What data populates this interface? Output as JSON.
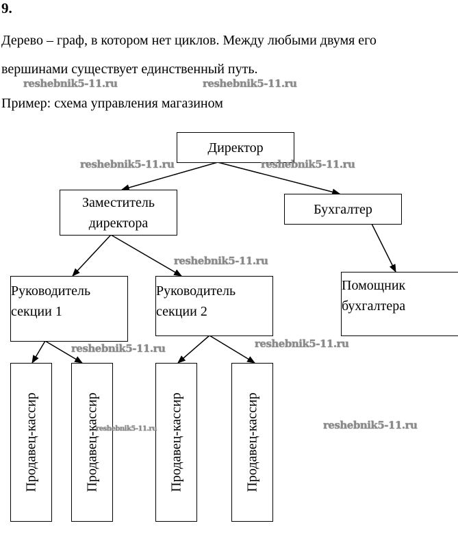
{
  "task_number": "9.",
  "definition_line1": "Дерево – граф, в котором нет циклов. Между любыми двумя его",
  "definition_line2": "вершинами существует единственный путь.",
  "example_caption": "Пример: схема управления магазином",
  "watermark": "reshebnik5-11.ru",
  "tree": {
    "director": "Директор",
    "deputy_line1": "Заместитель",
    "deputy_line2": "директора",
    "accountant": "Бухгалтер",
    "section_head_1_line1": "Руководитель",
    "section_head_1_line2": "секции 1",
    "section_head_2_line1": "Руководитель",
    "section_head_2_line2": "секции 2",
    "assistant_line1": "Помощник",
    "assistant_line2": "бухгалтера",
    "cashiers": [
      "Продавец-кассир",
      "Продавец-кассир",
      "Продавец-кассир",
      "Продавец-кассир"
    ],
    "edges": [
      [
        "Директор",
        "Заместитель директора"
      ],
      [
        "Директор",
        "Бухгалтер"
      ],
      [
        "Заместитель директора",
        "Руководитель секции 1"
      ],
      [
        "Заместитель директора",
        "Руководитель секции 2"
      ],
      [
        "Бухгалтер",
        "Помощник бухгалтера"
      ],
      [
        "Руководитель секции 1",
        "Продавец-кассир 1"
      ],
      [
        "Руководитель секции 1",
        "Продавец-кассир 2"
      ],
      [
        "Руководитель секции 2",
        "Продавец-кассир 3"
      ],
      [
        "Руководитель секции 2",
        "Продавец-кассир 4"
      ]
    ]
  }
}
